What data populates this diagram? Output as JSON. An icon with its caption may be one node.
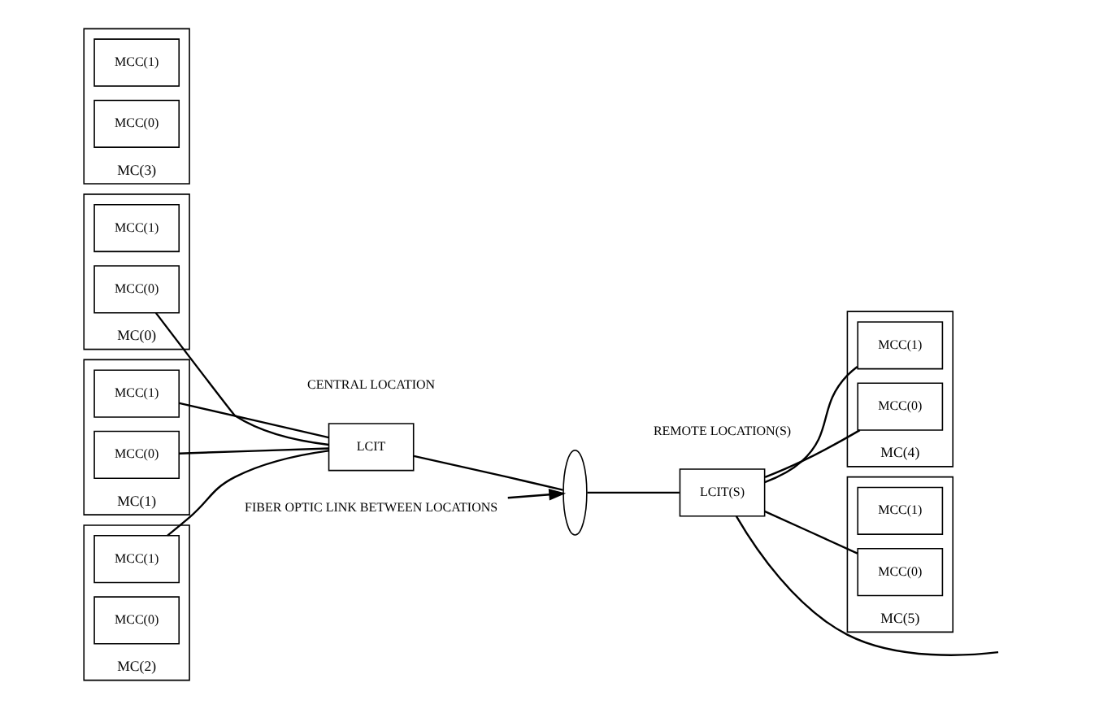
{
  "diagram": {
    "nodes": [
      {
        "text": [
          "MC(0)"
        ]
      },
      {
        "text": [
          "MCC(1)"
        ],
        "in": 0
      },
      {
        "text": [
          "MCC(0)"
        ],
        "in": 0
      },
      {
        "text": [
          "MC(1)"
        ]
      },
      {
        "text": [
          "MCC(1)"
        ],
        "in": 3
      },
      {
        "text": [
          "MCC(0)"
        ],
        "in": 3
      },
      {
        "text": [
          "MC(2)"
        ]
      },
      {
        "text": [
          "MCC(1)"
        ],
        "in": 6
      },
      {
        "text": [
          "MCC(0)"
        ],
        "in": 6
      },
      {
        "text": [
          "MC(3)"
        ]
      },
      {
        "text": [
          "MCC(1)"
        ],
        "in": 9
      },
      {
        "text": [
          "MCC(0)"
        ],
        "in": 9
      },
      {
        "text": [
          "LCIT"
        ]
      },
      {
        "text": [
          "FIBER OPTIC LINK BETWEEN LOCATIONS"
        ]
      },
      {
        "text": [],
        "shape": "oval"
      },
      {
        "text": [
          "LCIT(S)"
        ]
      },
      {
        "text": [
          "MC(4)"
        ]
      },
      {
        "text": [
          "MCC(1)"
        ],
        "in": 16
      },
      {
        "text": [
          "MCC(0)"
        ],
        "in": 16
      },
      {
        "text": [
          "MC(5)"
        ]
      },
      {
        "text": [
          "MCC(1)"
        ],
        "in": 19
      },
      {
        "text": [
          "MCC(0)"
        ],
        "in": 19
      }
    ],
    "edges": [
      {
        "from": 2,
        "to": 12,
        "arrow": "none"
      },
      {
        "from": 5,
        "to": 12,
        "arrow": "none"
      },
      {
        "from": 4,
        "to": 12,
        "arrow": "none"
      },
      {
        "from": 7,
        "to": 12,
        "arrow": "none"
      },
      {
        "from": 12,
        "to": 14,
        "arrow": "none"
      },
      {
        "from": 14,
        "to": 15,
        "arrow": "none"
      },
      {
        "from": 13,
        "to": 14,
        "arrow": "to"
      },
      {
        "from": 15,
        "to": 18,
        "arrow": "none"
      },
      {
        "from": 15,
        "to": 17,
        "arrow": "none"
      },
      {
        "from": 15,
        "to": 21,
        "arrow": "none"
      },
      {
        "from": 15,
        "to": null,
        "arrow": "none"
      }
    ],
    "labels": [
      "CENTRAL LOCATION",
      "REMOTE LOCATION(S)"
    ]
  }
}
